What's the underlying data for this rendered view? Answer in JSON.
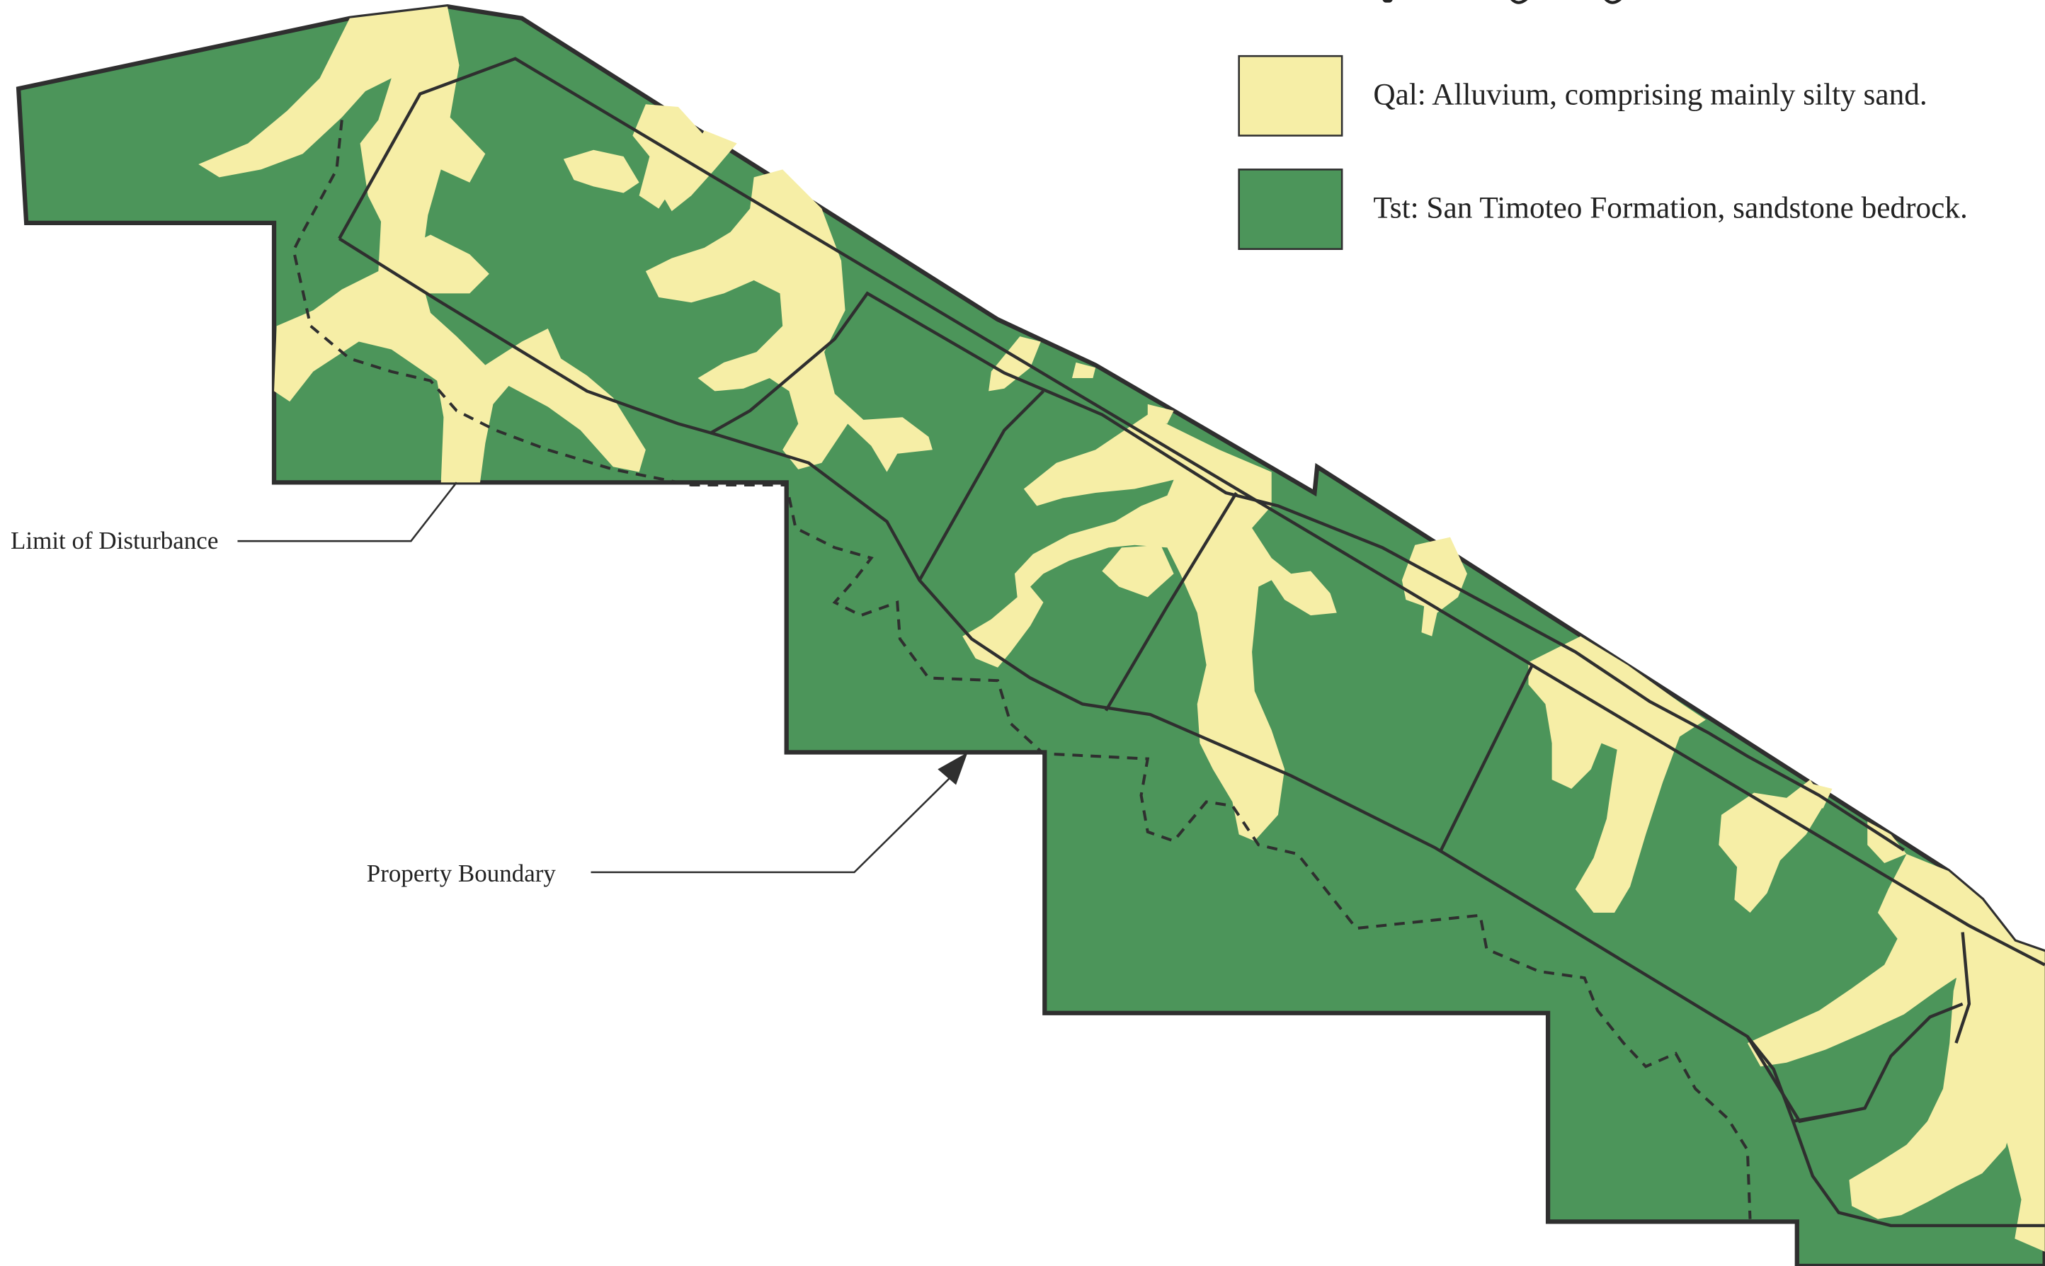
{
  "colors": {
    "bedrock": "#4c955a",
    "alluvium": "#f6eea6",
    "outline": "#2f2f2f",
    "background": "#ffffff"
  },
  "legend": {
    "items": [
      {
        "symbol": "Qal",
        "label": "Qal: Alluvium, comprising mainly silty sand.",
        "color": "#f6eea6"
      },
      {
        "symbol": "Tst",
        "label": "Tst: San Timoteo Formation, sandstone bedrock.",
        "color": "#4c955a"
      }
    ]
  },
  "callouts": {
    "limit_of_disturbance": "Limit of Disturbance",
    "property_boundary": "Property Boundary"
  }
}
